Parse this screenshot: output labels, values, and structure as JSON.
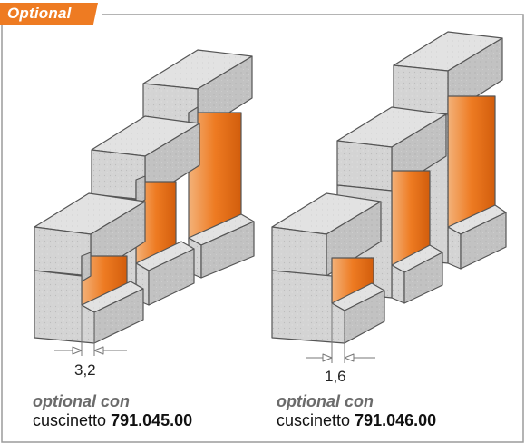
{
  "header": {
    "tag_label": "Optional"
  },
  "dimensions": {
    "left_value": "3,2",
    "right_value": "1,6"
  },
  "captions": [
    {
      "optional_text": "optional con",
      "prefix": "cuscinetto",
      "code": "791.045.00"
    },
    {
      "optional_text": "optional con",
      "prefix": "cuscinetto",
      "code": "791.046.00"
    }
  ],
  "colors": {
    "accent_orange": "#ee7b22",
    "block_gray": "#d6d6d6",
    "frame_line": "#9b9b9b"
  }
}
